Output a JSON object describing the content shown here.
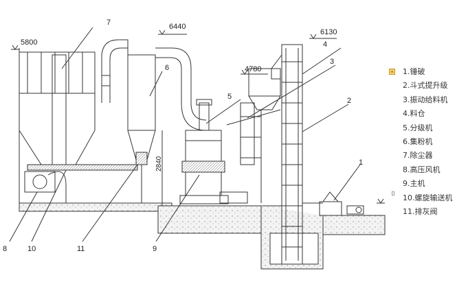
{
  "elevations": {
    "e5800": "5800",
    "e6440": "6440",
    "e6130": "6130",
    "e4780": "4780",
    "e2840": "2840"
  },
  "callouts": [
    "1",
    "2",
    "3",
    "4",
    "5",
    "6",
    "7",
    "8",
    "9",
    "10",
    "11"
  ],
  "legend": [
    "1.锤破",
    "2.斗式提升级",
    "3.振动给料机",
    "4.料仓",
    "5.分级机",
    "6.集粉机",
    "7.除尘器",
    "8.高压风机",
    "9.主机",
    "10.螺旋输送机",
    "11.排灰阀"
  ],
  "legend_icon": "folder-icon",
  "colors": {
    "line": "#333333",
    "legend_icon": "#f6d37a"
  }
}
